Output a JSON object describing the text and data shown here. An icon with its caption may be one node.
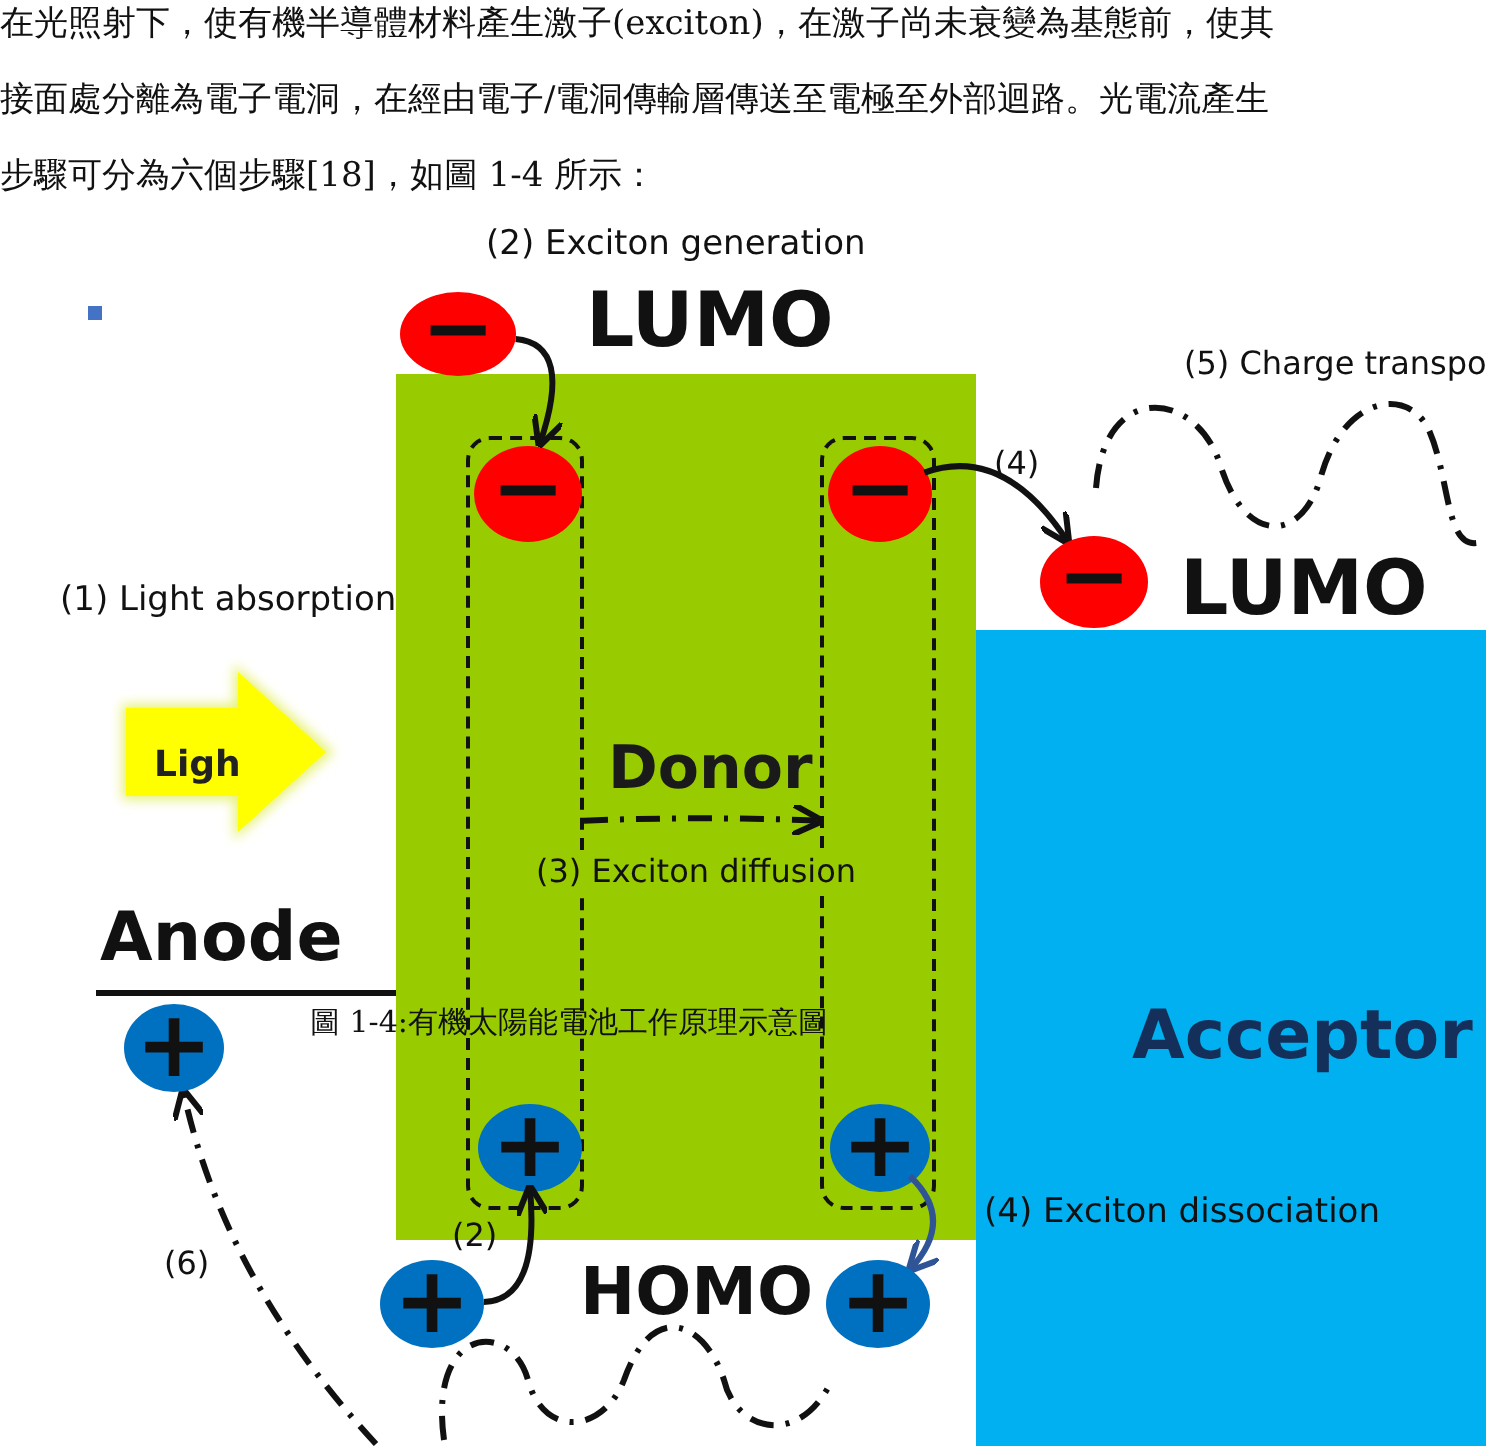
{
  "diagram": {
    "caption": "圖 1-4:有機太陽能電池工作原理示意圖",
    "nodes": [
      {
        "text": [
          "−"
        ]
      },
      {
        "text": [
          "Donor"
        ]
      },
      {
        "text": [],
        "shape": "box",
        "in": 1
      },
      {
        "text": [
          "−"
        ],
        "in": 2
      },
      {
        "text": [],
        "shape": "box",
        "in": 1
      },
      {
        "text": [
          "−"
        ],
        "in": 4
      },
      {
        "text": [
          "Ligh"
        ]
      },
      {
        "text": [
          "Acceptor"
        ]
      },
      {
        "text": [
          "−"
        ]
      },
      {
        "text": [
          "Anode"
        ]
      },
      {
        "text": [
          "+"
        ]
      },
      {
        "text": [
          "+"
        ],
        "in": 2
      },
      {
        "text": [
          "+"
        ],
        "in": 4
      },
      {
        "text": [
          "+"
        ]
      },
      {
        "text": [
          "+"
        ]
      }
    ],
    "edges": [
      {
        "from": 0,
        "to": 3,
        "arrow": "to"
      },
      {
        "from": 2,
        "to": 4,
        "arrow": "to",
        "style": "dashed"
      },
      {
        "from": 5,
        "to": 8,
        "arrow": "to"
      },
      {
        "from": 12,
        "to": 14,
        "arrow": "to",
        "color": "#2f5597"
      },
      {
        "from": 13,
        "to": 11,
        "arrow": "to"
      },
      {
        "from": null,
        "to": 10,
        "arrow": "to",
        "style": "dashed"
      }
    ],
    "labels": [
      "在光照射下，使有機半導體材料產生激子(exciton)，在激子尚未衰變為基態前，使其",
      "接面處分離為電子電洞，在經由電子/電洞傳輸層傳送至電極至外部迴路。光電流產生",
      "步驟可分為六個步驟[18]，如圖 1-4 所示：",
      "(2) Exciton generation",
      "LUMO",
      "(5) Charge transpo",
      "(4)",
      "LUMO",
      "(1) Light absorption",
      "(3) Exciton diffusion",
      "(4) Exciton dissociation",
      "(6)",
      "(2)",
      "HOMO"
    ]
  }
}
